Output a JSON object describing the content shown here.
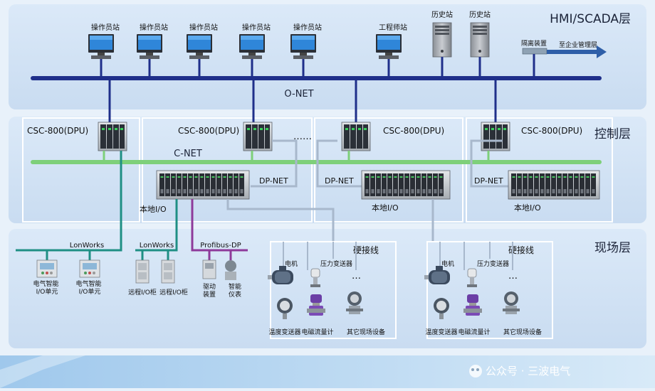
{
  "layers": {
    "hmi": "HMI/SCADA层",
    "control": "控制层",
    "field": "现场层"
  },
  "hmi": {
    "operator_label": "操作员站",
    "engineer_label": "工程师站",
    "history_label": "历史站",
    "isolation_label": "隔离装置",
    "enterprise_label": "至企业管理层"
  },
  "networks": {
    "onet": "O-NET",
    "cnet": "C-NET",
    "dpnet": "DP-NET",
    "lonworks": "LonWorks",
    "profibus": "Profibus-DP",
    "hardwire": "硬接线"
  },
  "control": {
    "dpu_label": "CSC-800(DPU)",
    "local_io": "本地I/O",
    "ellipsis": "……"
  },
  "field": {
    "elec_io": "电气智能I/O单元",
    "remote_io": "远程I/O柜",
    "drive": "驱动装置",
    "instrument": "智能仪表",
    "motor": "电机",
    "pressure": "压力变送器",
    "temperature": "温度变送器",
    "flowmeter": "电磁流量计",
    "other": "其它现场设备",
    "dots": "…"
  },
  "watermark": "公众号 · 三波电气",
  "colors": {
    "bus_blue": "#1f2f8a",
    "cnet_green": "#7ed07a",
    "lon_teal": "#1f8f84",
    "profibus_purple": "#8e3a9a",
    "wire_gray": "#a8b8cc"
  }
}
